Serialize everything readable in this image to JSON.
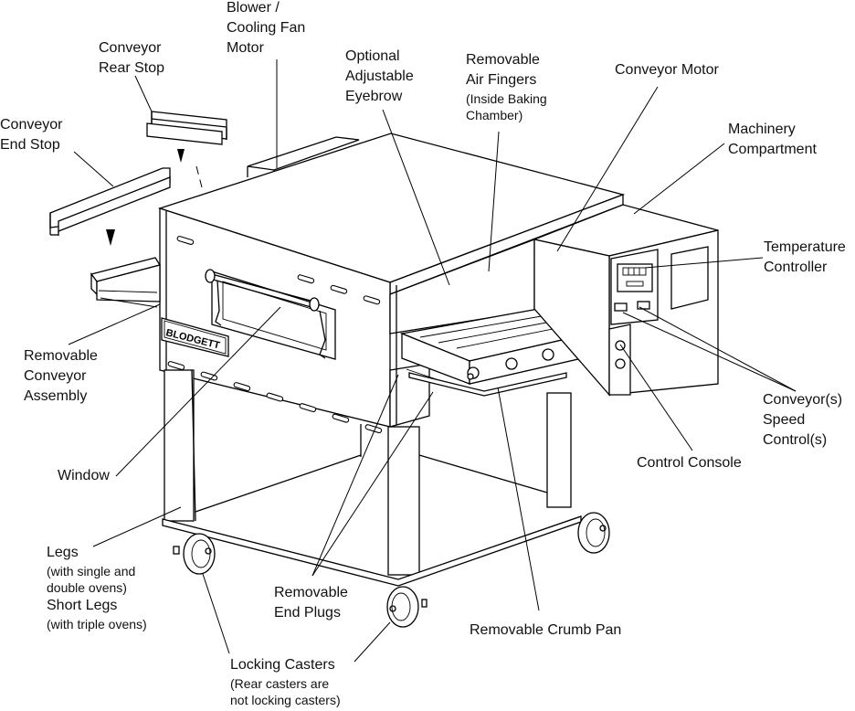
{
  "figure": {
    "subject": "Conveyor oven components",
    "brand_plate": "BLODGETT",
    "labels": {
      "blower": [
        "Blower /",
        "Cooling Fan",
        "Motor"
      ],
      "rear_stop": [
        "Conveyor",
        "Rear Stop"
      ],
      "end_stop": [
        "Conveyor",
        "End Stop"
      ],
      "eyebrow": [
        "Optional",
        "Adjustable",
        "Eyebrow"
      ],
      "air_fingers": {
        "main": [
          "Removable",
          "Air Fingers"
        ],
        "note": [
          "(Inside Baking",
          "Chamber)"
        ]
      },
      "conveyor_motor": [
        "Conveyor Motor"
      ],
      "machinery": [
        "Machinery",
        "Compartment"
      ],
      "temperature": [
        "Temperature",
        "Controller"
      ],
      "conveyor_assembly": [
        "Removable",
        "Conveyor",
        "Assembly"
      ],
      "speed_controls": [
        "Conveyor(s)",
        "Speed",
        "Control(s)"
      ],
      "window": [
        "Window"
      ],
      "control_console": [
        "Control Console"
      ],
      "legs": {
        "main": [
          "Legs"
        ],
        "note1": [
          "(with single and",
          "double ovens)"
        ],
        "main2": [
          "Short Legs"
        ],
        "note2": [
          "(with triple ovens)"
        ]
      },
      "end_plugs": [
        "Removable",
        "End Plugs"
      ],
      "crumb_pan": [
        "Removable Crumb Pan"
      ],
      "casters": {
        "main": [
          "Locking Casters"
        ],
        "note": [
          "(Rear casters are",
          "not locking casters)"
        ]
      }
    }
  }
}
